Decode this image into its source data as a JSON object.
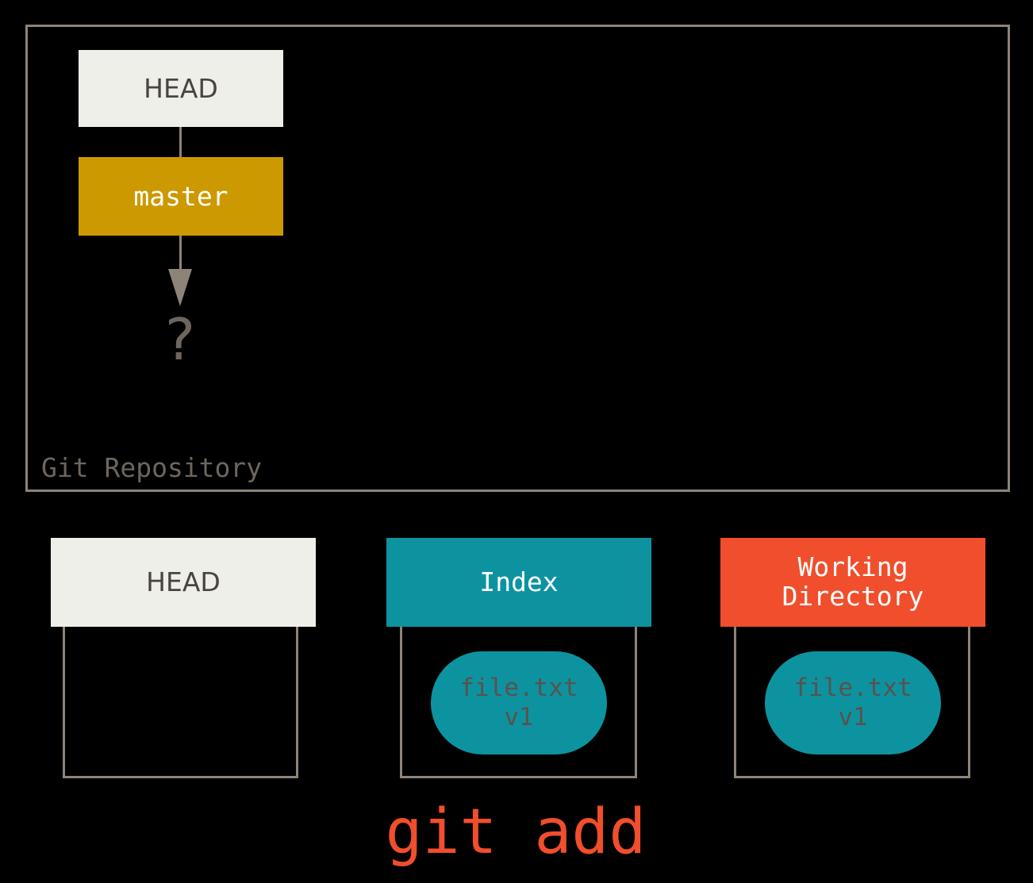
{
  "diagram": {
    "title_label": "Git Repository",
    "repository": {
      "label": "Git Repository",
      "nodes": [
        {
          "id": "head-ref",
          "label": "HEAD",
          "fill": "#EFEFE9",
          "text_color": "#4A4440"
        },
        {
          "id": "master-branch",
          "label": "master",
          "fill": "#CC9900",
          "text_color": "#FFFFFF"
        }
      ],
      "pending_commit_marker": "?",
      "edges": [
        {
          "from": "HEAD",
          "to": "master",
          "arrow": false
        },
        {
          "from": "master",
          "to": "?",
          "arrow": true
        }
      ]
    },
    "columns": [
      {
        "id": "head",
        "header_label": "HEAD",
        "header_fill": "#EFEFE9",
        "header_text_color": "#4A4440",
        "contents": []
      },
      {
        "id": "index",
        "header_label": "Index",
        "header_fill": "#0D93A0",
        "header_text_color": "#FFFFFF",
        "contents": [
          {
            "file_name": "file.txt",
            "version": "v1",
            "fill": "#0D93A0",
            "text_color": "#5A524C"
          }
        ]
      },
      {
        "id": "working-directory",
        "header_label_line1": "Working",
        "header_label_line2": "Directory",
        "header_fill": "#F04E2C",
        "header_text_color": "#FFFFFF",
        "contents": [
          {
            "file_name": "file.txt",
            "version": "v1",
            "fill": "#0D93A0",
            "text_color": "#5A524C"
          }
        ]
      }
    ],
    "command_caption": "git add",
    "command_caption_color": "#F04E2C",
    "colors": {
      "background": "#000000",
      "frame_stroke": "#8D8379",
      "cream": "#EFEFE9",
      "gold": "#CC9900",
      "teal": "#0D93A0",
      "orange": "#F04E2C",
      "muted_text": "#6E665E"
    }
  }
}
